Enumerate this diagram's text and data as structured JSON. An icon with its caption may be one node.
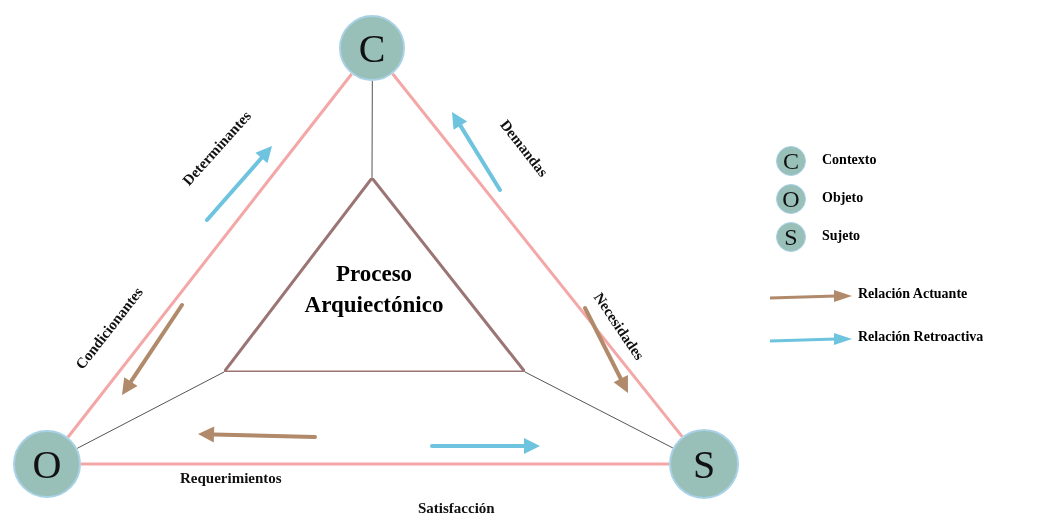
{
  "diagram": {
    "nodes": [
      {
        "text": [
          "C"
        ]
      },
      {
        "text": [
          "O"
        ]
      },
      {
        "text": [
          "S"
        ]
      },
      {
        "text": [
          "Proceso Arquiectónico"
        ]
      }
    ],
    "edges": [
      {
        "from": 0,
        "to": 1,
        "arrow": "none",
        "color": "#f4a7a7",
        "style": "thick"
      },
      {
        "from": 0,
        "to": 2,
        "arrow": "none",
        "color": "#f4a7a7",
        "style": "thick"
      },
      {
        "from": 1,
        "to": 2,
        "arrow": "none",
        "color": "#f4a7a7",
        "style": "thick"
      },
      {
        "from": 0,
        "to": 3,
        "arrow": "none",
        "color": "#555555"
      },
      {
        "from": 1,
        "to": 3,
        "arrow": "none",
        "color": "#555555"
      },
      {
        "from": 2,
        "to": 3,
        "arrow": "none",
        "color": "#555555"
      }
    ],
    "labels": [
      "Determinantes",
      "Demandas",
      "Condicionantes",
      "Necesidades",
      "Requerimientos",
      "Satisfacción",
      "C",
      "O",
      "S"
    ],
    "legend": [
      {
        "text": "Contexto"
      },
      {
        "text": "Objeto"
      },
      {
        "text": "Sujeto"
      },
      {
        "text": "Relación Actuante"
      },
      {
        "text": "Relación Retroactiva"
      }
    ]
  }
}
